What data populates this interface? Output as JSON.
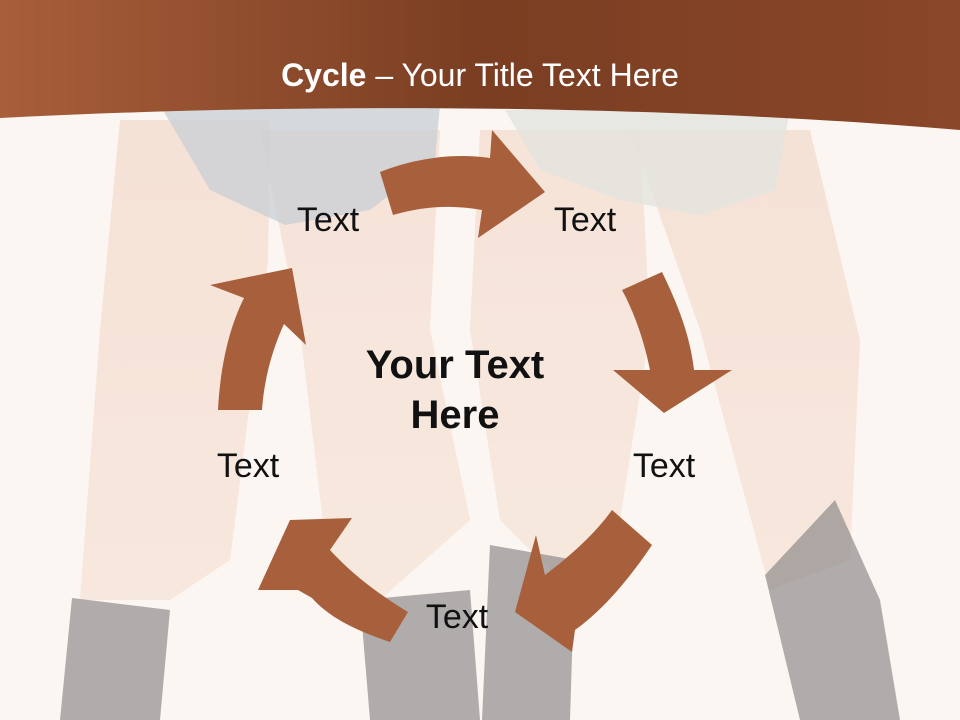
{
  "slide": {
    "title_bold": "Cycle",
    "title_rest": " – Your Title Text Here",
    "center_text": "Your Text Here",
    "labels": [
      "Text",
      "Text",
      "Text",
      "Text",
      "Text"
    ]
  },
  "colors": {
    "title_band": "#7a3e22",
    "arrow": "#a8603c",
    "background": "#fbf6f2",
    "text": "#111111"
  },
  "background_image": "faded photo of two people in denim shorts and black boots"
}
